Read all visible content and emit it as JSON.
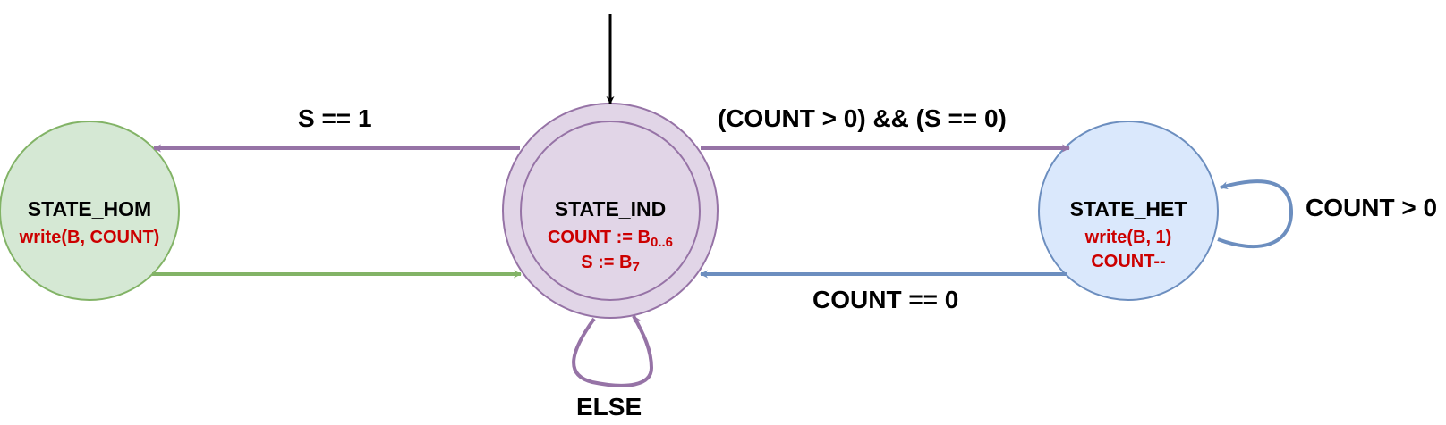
{
  "colors": {
    "purple_stroke": "#9673a6",
    "purple_fill": "#e1d5e7",
    "green_stroke": "#82b366",
    "green_fill": "#d5e8d4",
    "blue_stroke": "#6c8ebf",
    "blue_fill": "#dae8fc",
    "action_text": "#cc0000",
    "entry_arrow": "#000000"
  },
  "states": {
    "hom": {
      "name": "STATE_HOM",
      "action": "write(B, COUNT)"
    },
    "ind": {
      "name": "STATE_IND",
      "initial": true,
      "action1_base": "COUNT := B",
      "action1_sub": "0..6",
      "action2_base": "S := B",
      "action2_sub": "7"
    },
    "het": {
      "name": "STATE_HET",
      "action1": "write(B, 1)",
      "action2": "COUNT--"
    }
  },
  "transitions": {
    "ind_to_hom": "S == 1",
    "ind_to_het": "(COUNT > 0) && (S == 0)",
    "het_to_ind": "COUNT == 0",
    "het_self": "COUNT > 0",
    "ind_self": "ELSE",
    "hom_to_ind": ""
  }
}
